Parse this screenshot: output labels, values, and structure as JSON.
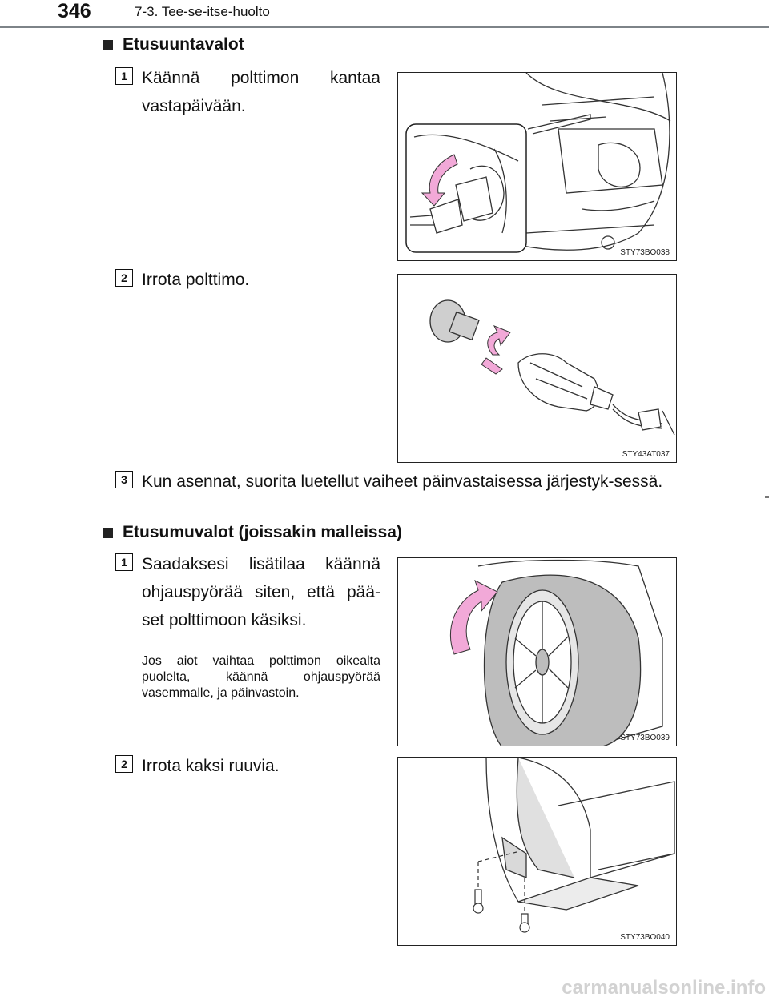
{
  "header": {
    "page_number": "346",
    "chapter": "7-3. Tee-se-itse-huolto"
  },
  "sections": [
    {
      "title": "Etusuuntavalot",
      "steps": [
        {
          "num": "1",
          "text": "Käännä polttimon kantaa vastapäivään.",
          "figure_code": "STY73BO038"
        },
        {
          "num": "2",
          "text": "Irrota polttimo.",
          "figure_code": "STY43AT037"
        },
        {
          "num": "3",
          "text": "Kun asennat, suorita luetellut vaiheet päinvastaisessa järjestyk-sessä."
        }
      ]
    },
    {
      "title": "Etusumuvalot (joissakin malleissa)",
      "steps": [
        {
          "num": "1",
          "text": "Saadaksesi lisätilaa käännä ohjauspyörää siten, että pää-set polttimoon käsiksi.",
          "note": "Jos aiot vaihtaa polttimon oikealta puolelta, käännä ohjauspyörää vasemmalle, ja päinvastoin.",
          "figure_code": "STY73BO039"
        },
        {
          "num": "2",
          "text": "Irrota kaksi ruuvia.",
          "figure_code": "STY73BO040"
        }
      ]
    }
  ],
  "watermark": "carmanualsonline.info",
  "colors": {
    "arrow_pink": "#f2a9d8",
    "header_rule": "#7d8388"
  }
}
